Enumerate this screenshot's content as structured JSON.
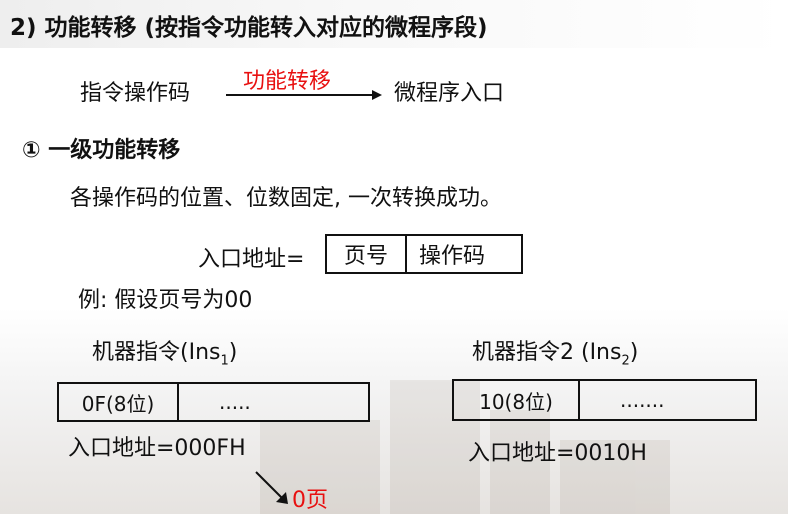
{
  "slide": {
    "title": "2) 功能转移 (按指令功能转入对应的微程序段)",
    "flow": {
      "from": "指令操作码",
      "arrow_label": "功能转移",
      "to": "微程序入口"
    },
    "section": {
      "heading": "① 一级功能转移",
      "description": "各操作码的位置、位数固定, 一次转换成功。",
      "entry_formula": {
        "label": "入口地址=",
        "fields": [
          "页号",
          "操作码"
        ]
      },
      "example_note": "例: 假设页号为00",
      "instructions": [
        {
          "name": "机器指令(Ins",
          "subscript": "1",
          "suffix": ")",
          "fields": [
            "0F(8位)",
            "....."
          ],
          "entry_address": "入口地址=000FH"
        },
        {
          "name": "机器指令2 (Ins",
          "subscript": "2",
          "suffix": ")",
          "fields": [
            "10(8位)",
            "......."
          ],
          "entry_address": "入口地址=0010H"
        }
      ],
      "page_result": "0页"
    }
  },
  "colors": {
    "accent_red": "#e81010",
    "text": "#111111"
  }
}
